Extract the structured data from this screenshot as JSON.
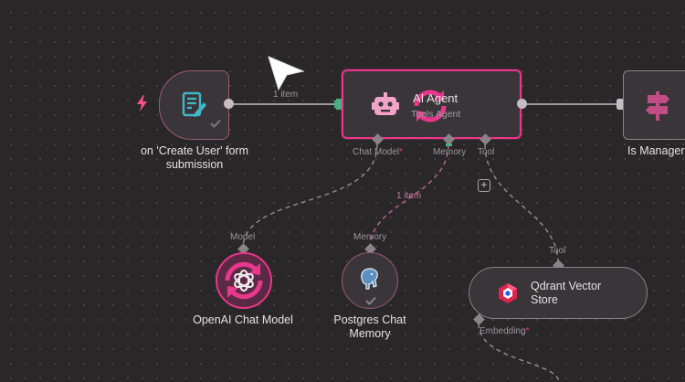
{
  "colors": {
    "canvas": "#2a2729",
    "accent": "#e8378d",
    "node": "#3a3538",
    "edge": "#c4bdc1",
    "ai_dashed": "#9a8a93",
    "trigger": "#ff4f8b",
    "form_icon": "#3fb8c8"
  },
  "nodes": {
    "trigger": {
      "label": "on 'Create User' form submission",
      "icon": "form-icon",
      "badge_icon": "lightning-icon",
      "status_icon": "check-icon"
    },
    "agent": {
      "title": "AI Agent",
      "subtitle": "Tools Agent",
      "icon": "robot-icon",
      "spinner_icon": "refresh-icon"
    },
    "if_node": {
      "label": "Is Manager",
      "icon": "signpost-icon"
    },
    "openai": {
      "label": "OpenAI Chat Model",
      "icon": "openai-icon",
      "spinner_icon": "refresh-icon"
    },
    "postgres": {
      "label_line1": "Postgres Chat",
      "label_line2": "Memory",
      "icon": "postgres-elephant-icon",
      "status_icon": "check-icon"
    },
    "qdrant": {
      "label_line1": "Qdrant Vector",
      "label_line2": "Store",
      "icon": "qdrant-icon"
    }
  },
  "edges": {
    "trigger_to_agent": "1 item",
    "memory_edge": "1 item"
  },
  "ports": {
    "chat_model": "Chat Model",
    "chat_model_required": "*",
    "memory": "Memory",
    "tool": "Tool",
    "model": "Model",
    "memory_in": "Memory",
    "tool_in": "Tool",
    "embedding": "Embedding",
    "embedding_required": "*"
  },
  "add_button": "+",
  "cursor": "cursor-arrow-icon"
}
